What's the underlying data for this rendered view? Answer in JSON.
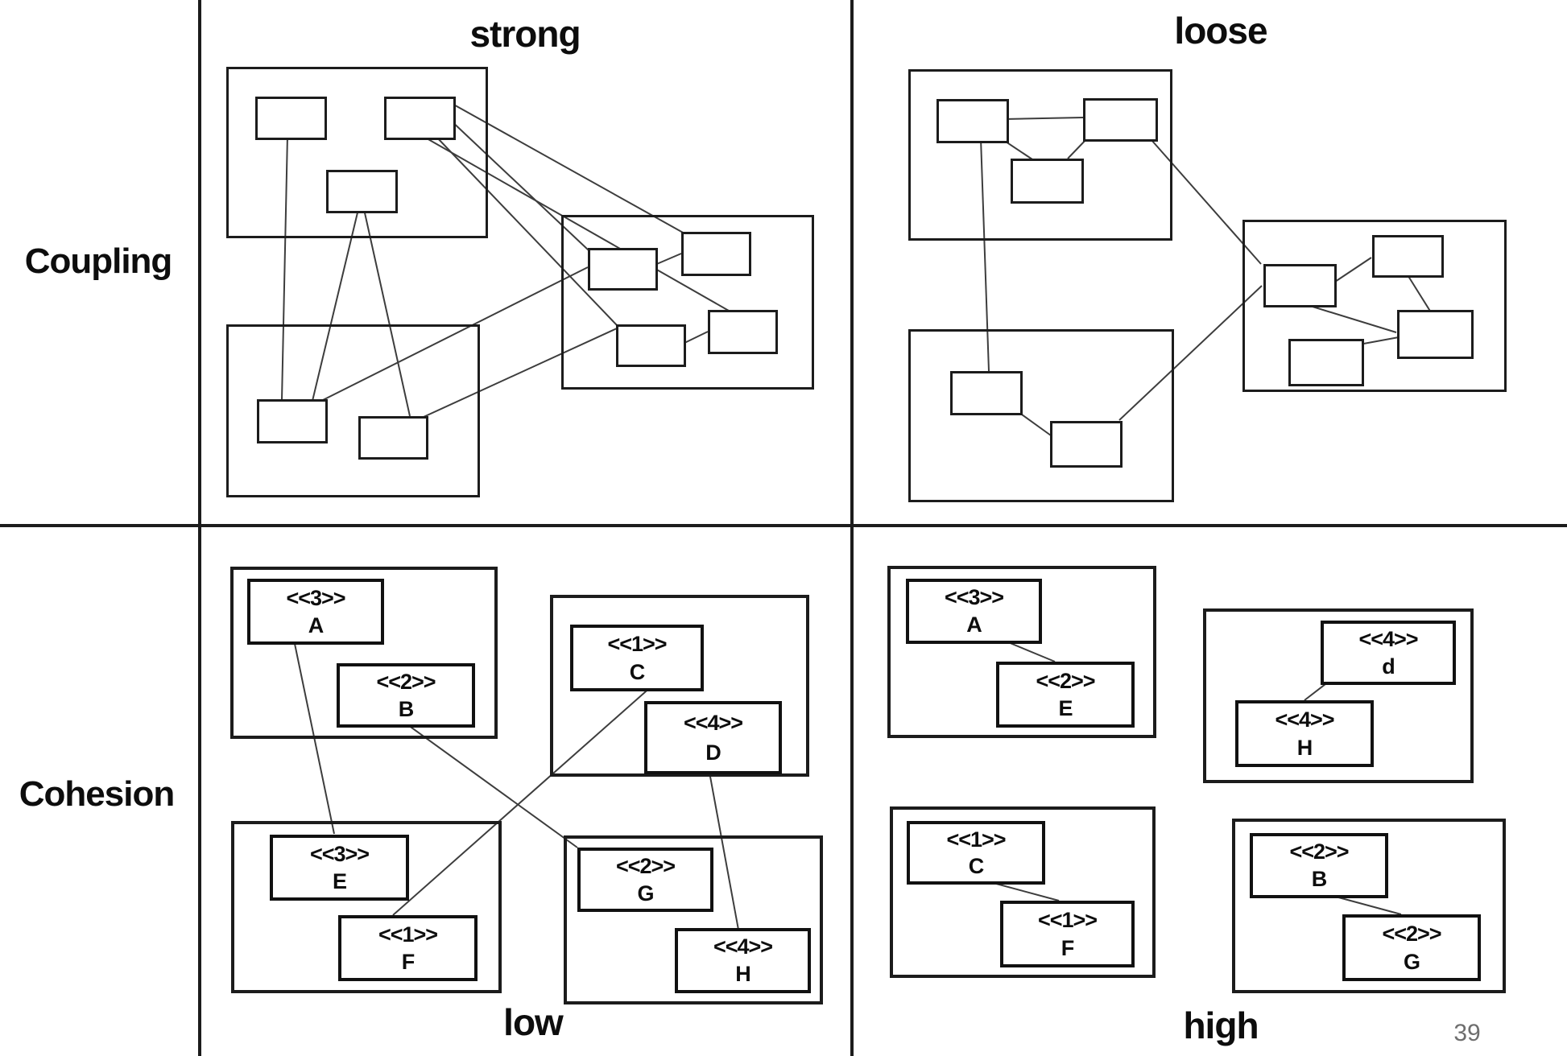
{
  "page": {
    "number": "39"
  },
  "colors": {
    "background": "#ffffff",
    "box_stroke": "#1c1c1c",
    "connector_stroke": "#3d3d3d",
    "page_number": "#6e6e6e"
  },
  "axis_labels": {
    "row1": "Coupling",
    "row2": "Cohesion",
    "col_strong": "strong",
    "col_loose": "loose",
    "col_low": "low",
    "col_high": "high"
  },
  "low_quadrant": {
    "m1a": {
      "tag": "<<3>>",
      "id": "A"
    },
    "m1b": {
      "tag": "<<2>>",
      "id": "B"
    },
    "m2c": {
      "tag": "<<1>>",
      "id": "C"
    },
    "m2d": {
      "tag": "<<4>>",
      "id": "D"
    },
    "m3e": {
      "tag": "<<3>>",
      "id": "E"
    },
    "m3f": {
      "tag": "<<1>>",
      "id": "F"
    },
    "m4g": {
      "tag": "<<2>>",
      "id": "G"
    },
    "m4h": {
      "tag": "<<4>>",
      "id": "H"
    }
  },
  "high_quadrant": {
    "m1a": {
      "tag": "<<3>>",
      "id": "A"
    },
    "m1e": {
      "tag": "<<2>>",
      "id": "E"
    },
    "m2d": {
      "tag": "<<4>>",
      "id": "d"
    },
    "m2h": {
      "tag": "<<4>>",
      "id": "H"
    },
    "m3c": {
      "tag": "<<1>>",
      "id": "C"
    },
    "m3f": {
      "tag": "<<1>>",
      "id": "F"
    },
    "m4b": {
      "tag": "<<2>>",
      "id": "B"
    },
    "m4g": {
      "tag": "<<2>>",
      "id": "G"
    }
  }
}
